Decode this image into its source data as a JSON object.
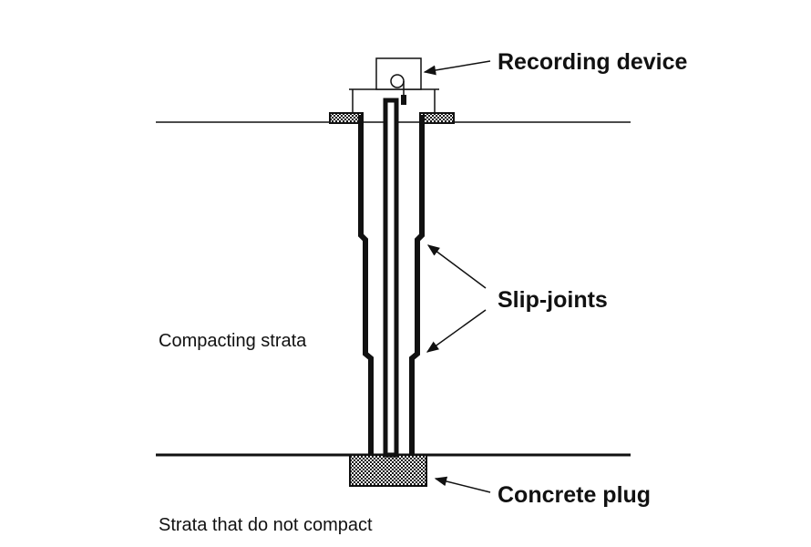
{
  "labels": {
    "recording_device": "Recording device",
    "slip_joints": "Slip-joints",
    "concrete_plug": "Concrete plug",
    "compacting_strata": "Compacting strata",
    "strata_no_compact": "Strata that do not compact"
  },
  "colors": {
    "ink": "#111111",
    "background": "#ffffff"
  }
}
